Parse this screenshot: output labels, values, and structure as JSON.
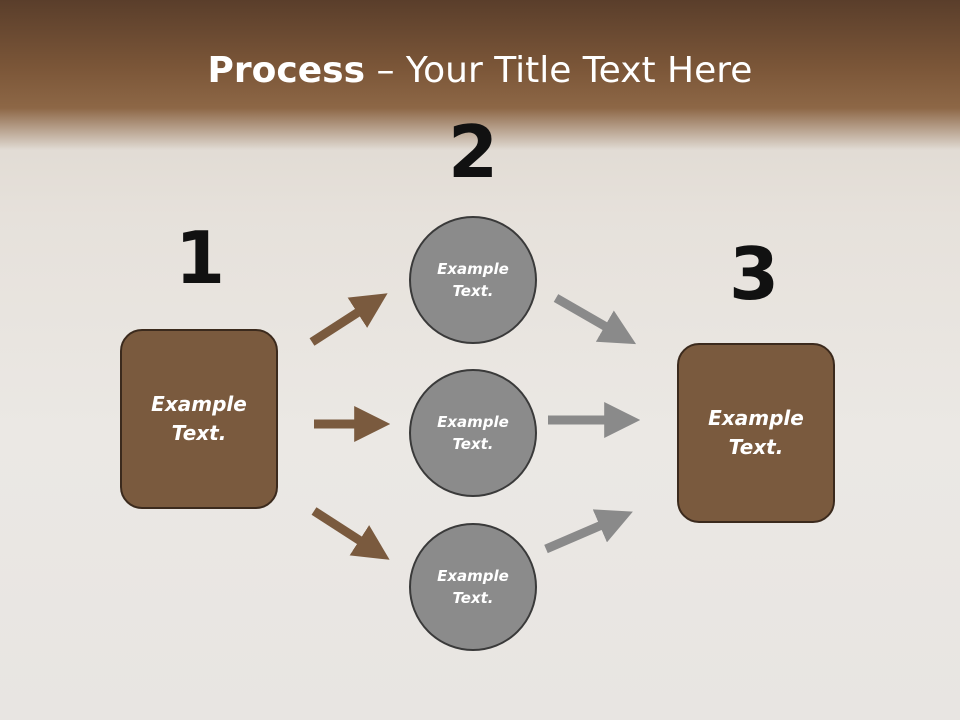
{
  "slide": {
    "title_bold": "Process",
    "title_rest": " – Your Title Text Here",
    "step_numbers": [
      "1",
      "2",
      "3"
    ],
    "left_box": "Example Text.",
    "right_box": "Example Text.",
    "circles": [
      "Example Text.",
      "Example Text.",
      "Example Text."
    ]
  },
  "colors": {
    "header": "#7b5638",
    "box_fill": "#7a5a3e",
    "circle_fill": "#8b8b8b",
    "brown_arrow": "#7a5a3e",
    "gray_arrow": "#8a8a8a"
  }
}
